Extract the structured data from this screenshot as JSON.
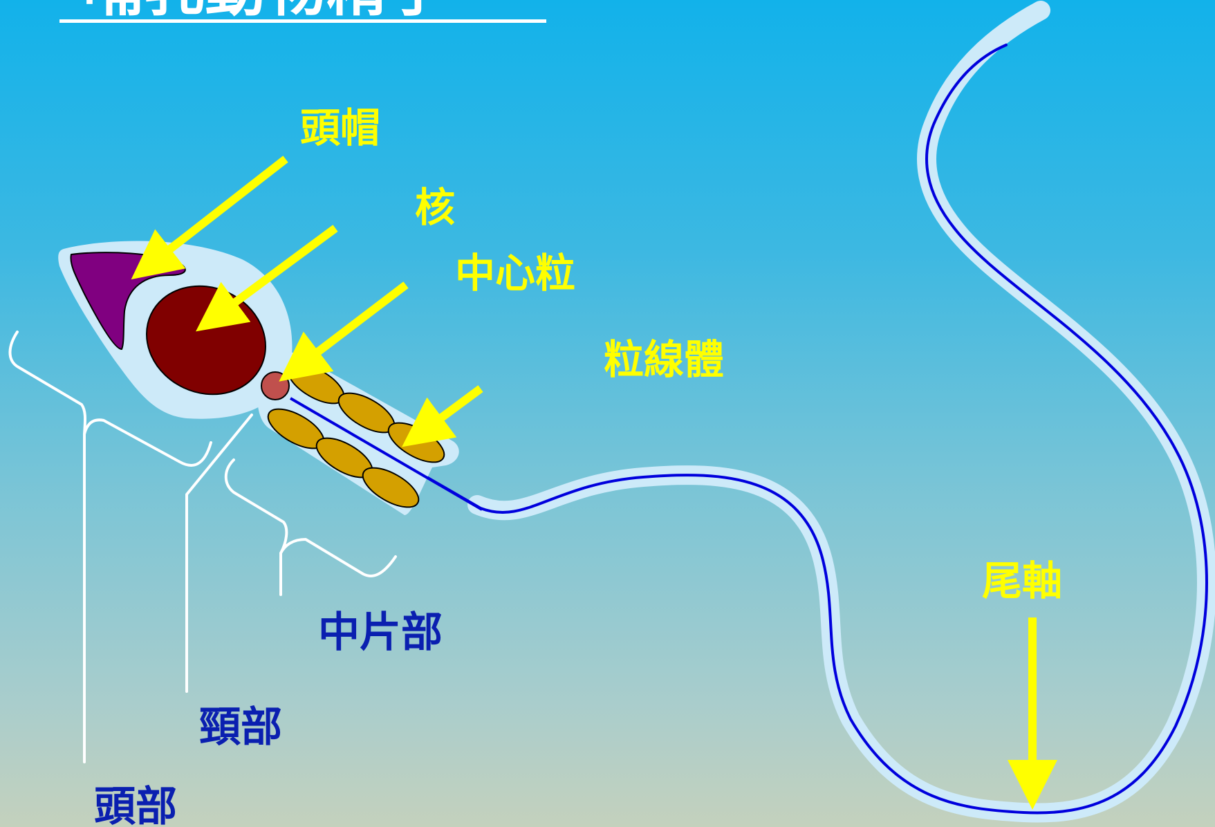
{
  "slide": {
    "title": "哺乳動物精子"
  },
  "labels": {
    "acrosome": "頭帽",
    "nucleus": "核",
    "centriole": "中心粒",
    "mitochondria": "粒線體",
    "axial_filament": "尾軸",
    "middle_piece": "中片部",
    "neck": "頸部",
    "head": "頭部"
  },
  "colors": {
    "background_top": "#12b2ea",
    "background_bottom": "#c4d1bd",
    "cell_membrane": "#cdeaf9",
    "acrosome": "#800080",
    "nucleus": "#800000",
    "centriole": "#c0504d",
    "mitochondria": "#d4a000",
    "axial_filament": "#0000dd",
    "structure_label": "#ffff00",
    "region_label": "#0a1fb0",
    "bracket": "#ffffff"
  }
}
